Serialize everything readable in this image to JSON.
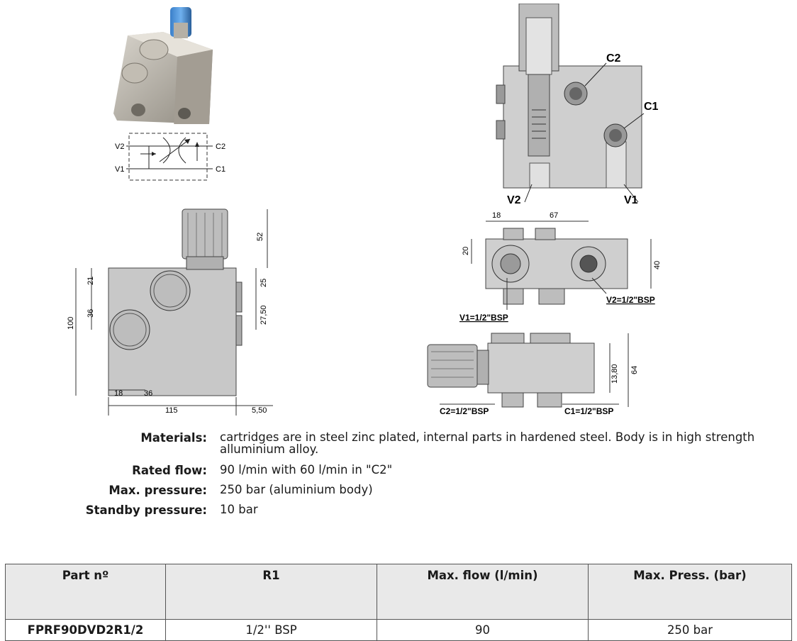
{
  "symbol": {
    "ports": {
      "v2": "V2",
      "v1": "V1",
      "c2": "C2",
      "c1": "C1"
    }
  },
  "section": {
    "labels": {
      "c2": "C2",
      "c1": "C1",
      "v2": "V2",
      "v1": "V1"
    }
  },
  "front_view": {
    "dims": {
      "d52": "52",
      "d21": "21",
      "d36a": "36",
      "d25": "25",
      "d2750": "27,50",
      "d100": "100",
      "d18": "18",
      "d36b": "36",
      "d115": "115",
      "d550": "5,50"
    }
  },
  "top_view": {
    "dims": {
      "d18": "18",
      "d67": "67",
      "d20": "20",
      "d40": "40"
    },
    "ports": {
      "v1": "V1=1/2\"BSP",
      "v2": "V2=1/2\"BSP"
    }
  },
  "side_view": {
    "dims": {
      "d1380": "13,80",
      "d64": "64"
    },
    "ports": {
      "c2": "C2=1/2\"BSP",
      "c1": "C1=1/2\"BSP"
    }
  },
  "specs": [
    {
      "label": "Materials:",
      "value": "cartridges are in steel zinc plated, internal parts in hardened steel. Body is in high strength alluminium alloy."
    },
    {
      "label": "Rated flow:",
      "value": "90 l/min with 60 l/min in \"C2\""
    },
    {
      "label": "Max. pressure:",
      "value": "250 bar (aluminium body)"
    },
    {
      "label": "Standby pressure:",
      "value": "10 bar"
    }
  ],
  "table": {
    "headers": [
      "Part nº",
      "R1",
      "Max. flow (l/min)",
      "Max. Press. (bar)"
    ],
    "rows": [
      [
        "FPRF90DVD2R1/2",
        "1/2'' BSP",
        "90",
        "250 bar"
      ]
    ]
  }
}
